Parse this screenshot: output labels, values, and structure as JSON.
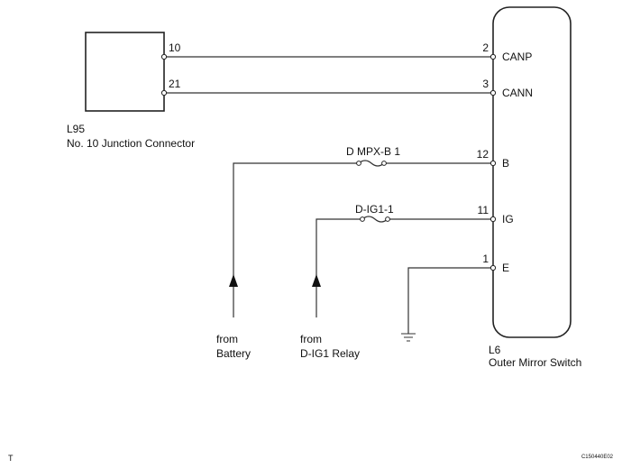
{
  "connector_l95": {
    "code": "L95",
    "name": "No. 10 Junction Connector",
    "pins": [
      "10",
      "21"
    ]
  },
  "switch_l6": {
    "code": "L6",
    "name": "Outer Mirror Switch",
    "pins": [
      {
        "pin": "2",
        "signal": "CANP"
      },
      {
        "pin": "3",
        "signal": "CANN"
      },
      {
        "pin": "12",
        "signal": "B"
      },
      {
        "pin": "11",
        "signal": "IG"
      },
      {
        "pin": "1",
        "signal": "E"
      }
    ]
  },
  "fuses": [
    "D MPX-B 1",
    "D-IG1-1"
  ],
  "sources": {
    "battery": {
      "line1": "from",
      "line2": "Battery"
    },
    "relay": {
      "line1": "from",
      "line2": "D-IG1 Relay"
    }
  },
  "footer": {
    "left": "T",
    "right": "C150440E02"
  }
}
